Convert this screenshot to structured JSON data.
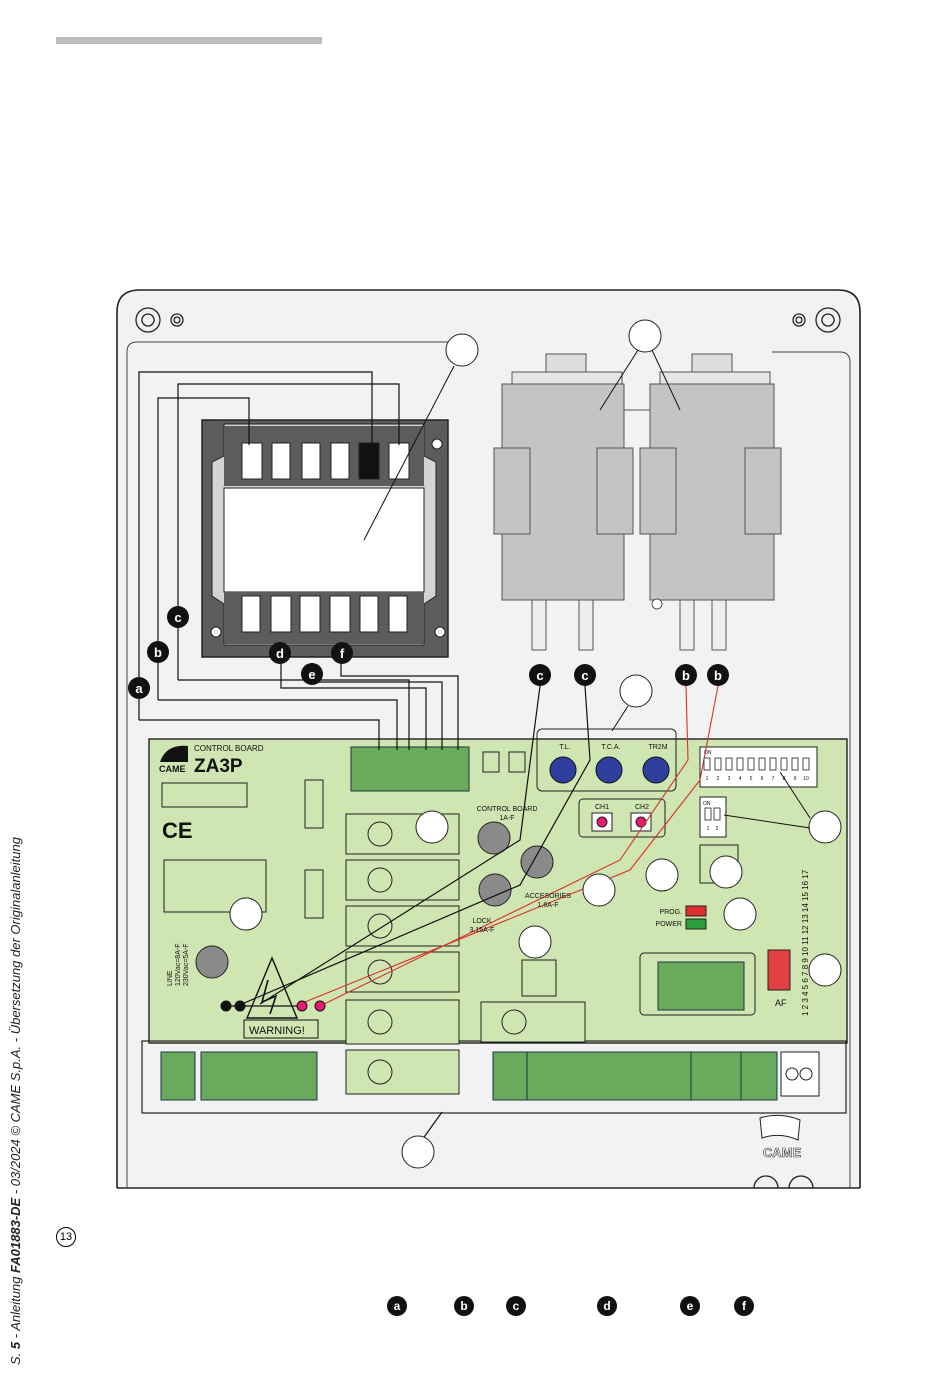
{
  "footer": {
    "page_prefix": "S.",
    "page_number": "5",
    "manual_label": " - Anleitung ",
    "doc_code": "FA01883-DE",
    "rest": " - 03/2024 © CAME S.p.A. - Übersetzung der Originalanleitung"
  },
  "figure_number": "13",
  "board": {
    "brand": "CAME",
    "heading": "CONTROL BOARD",
    "model": "ZA3P",
    "ce_mark": "CE",
    "warning": "WARNING!",
    "fuse_control_board": [
      "CONTROL BOARD",
      "1A-F"
    ],
    "fuse_accessories": [
      "ACCESORIES",
      "1,6A-F"
    ],
    "fuse_lock": [
      "LOCK",
      "3,15A-F"
    ],
    "fuse_line": [
      "LINE",
      "120Vac=8A-F",
      "230Vac=5A-F"
    ],
    "trimmers": [
      "T.L.",
      "T.C.A.",
      "TR2M"
    ],
    "buttons": [
      "CH1",
      "CH2"
    ],
    "leds": [
      "PROG.",
      "POWER"
    ],
    "dip_on": "ON",
    "dip10_numbers": [
      "1",
      "2",
      "3",
      "4",
      "5",
      "6",
      "7",
      "8",
      "9",
      "10"
    ],
    "dip2_numbers": [
      "1",
      "2"
    ],
    "af_label": "AF",
    "vertical_numbers": "1 2 3 4 5 6 7 8 9 10 11 12 13 14 15 16 17",
    "enclosure_logo": "CAME"
  },
  "wire_letters": {
    "transformer_side": [
      "a",
      "b",
      "c"
    ],
    "transformer_bottom": [
      "d",
      "e",
      "f"
    ],
    "motor_left": [
      "c",
      "c"
    ],
    "motor_right": [
      "b",
      "b"
    ]
  },
  "legend": [
    "a",
    "b",
    "c",
    "d",
    "e",
    "f"
  ]
}
